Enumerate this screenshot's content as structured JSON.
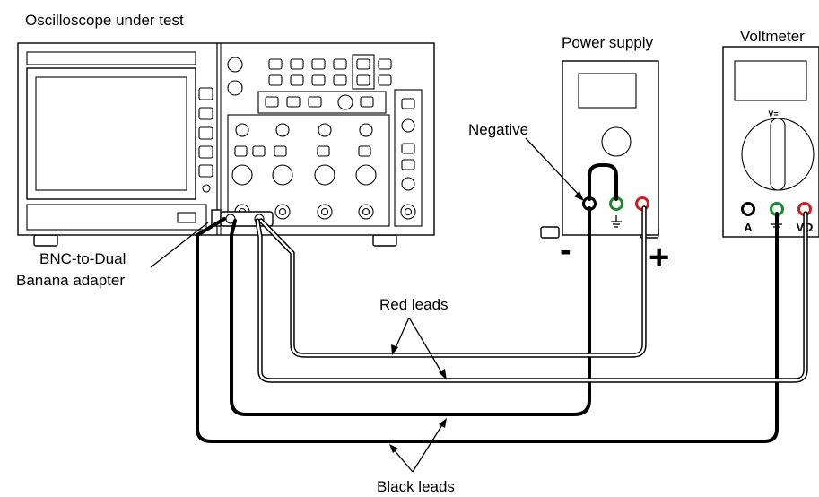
{
  "labels": {
    "oscilloscope": "Oscilloscope under test",
    "power_supply": "Power supply",
    "voltmeter": "Voltmeter",
    "negative": "Negative",
    "adapter_line1": "BNC-to-Dual",
    "adapter_line2": "Banana adapter",
    "red_leads": "Red leads",
    "black_leads": "Black leads",
    "minus": "-",
    "plus": "+"
  },
  "voltmeter_terminals": {
    "a": "A",
    "v_ohm": "VΩ",
    "dial": "V="
  },
  "colors": {
    "ground_terminal": "#1a8a2e",
    "red_terminal": "#cc1f1f",
    "line": "#000000"
  },
  "icons": [
    "ground-icon"
  ]
}
